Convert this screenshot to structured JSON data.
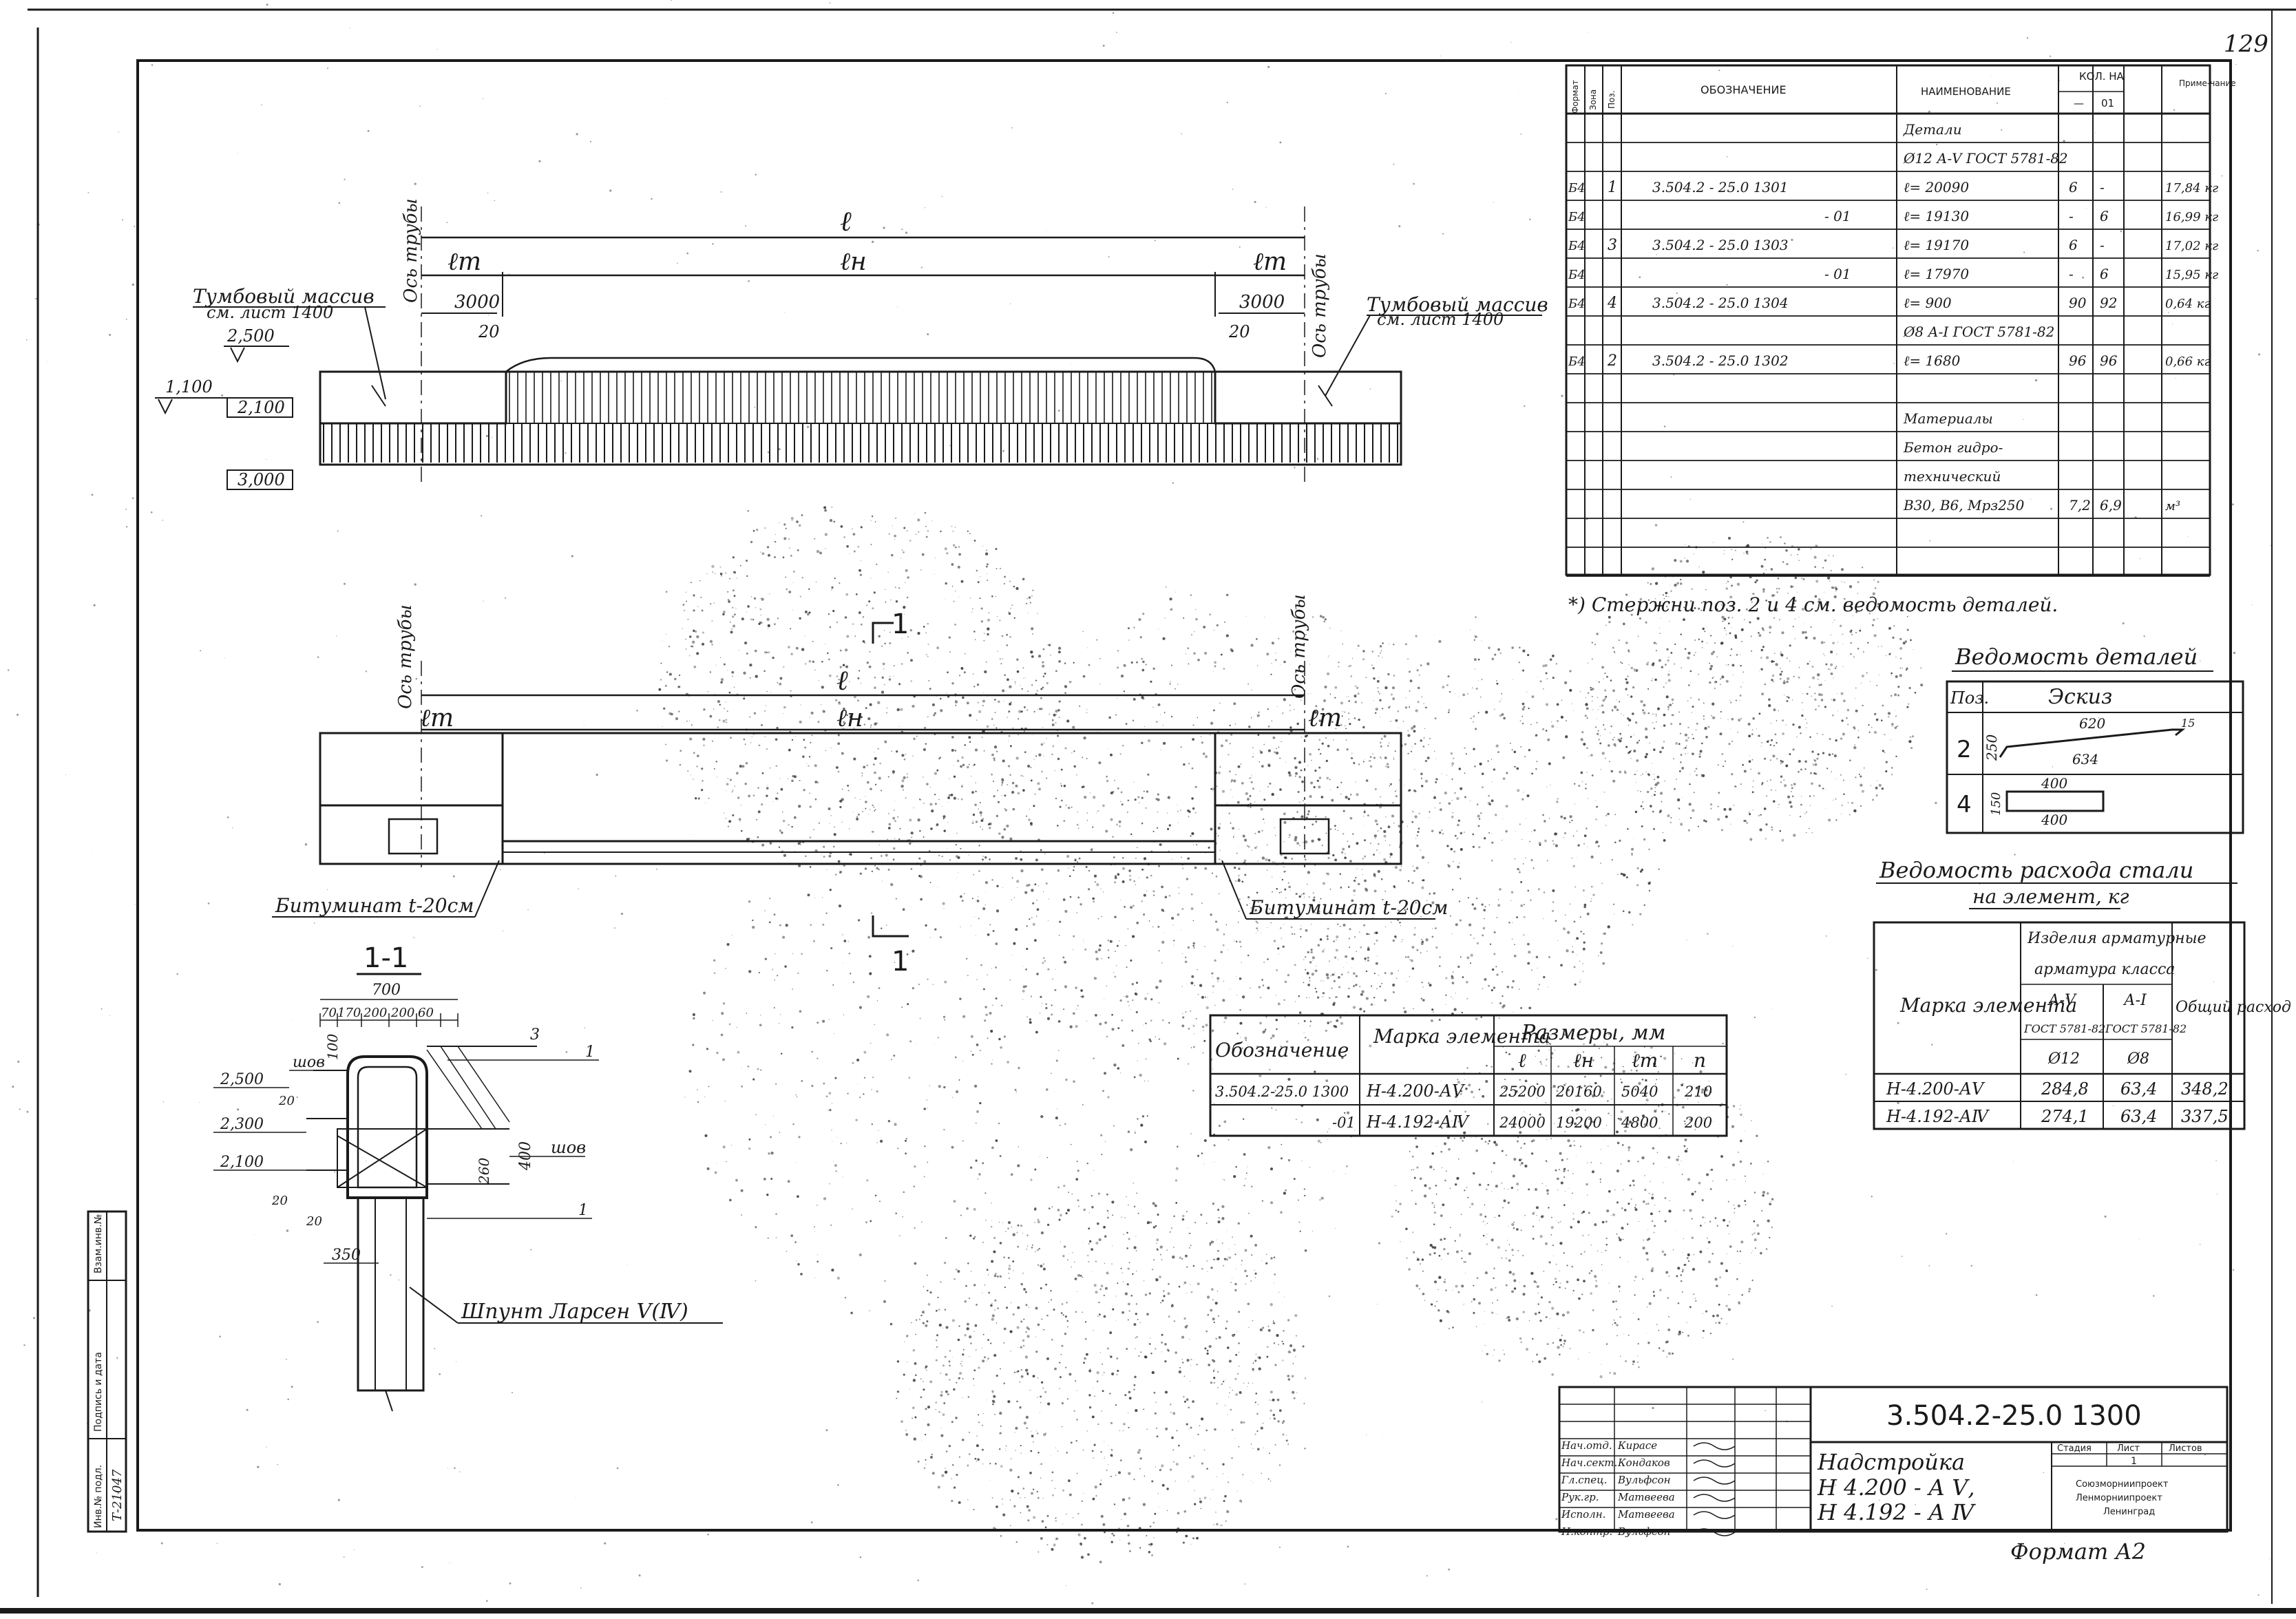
{
  "page": {
    "sheet_number": "129",
    "format_label": "Формат А2"
  },
  "elevation": {
    "dim_total": "ℓ",
    "dim_tm_left": "ℓт",
    "dim_n": "ℓн",
    "dim_tm_right": "ℓт",
    "dim_3000_left": "3000",
    "dim_3000_right": "3000",
    "dim_20_left": "20",
    "dim_20_right": "20",
    "axis_left": "Ось трубы",
    "axis_right": "Ось трубы",
    "left_note_line1": "Тумбовый массив",
    "left_note_line2": "см. лист 1400",
    "right_note_line1": "Тумбовый массив",
    "right_note_line2": "см. лист 1400",
    "level_top": "2,500",
    "level_mid": "2,100",
    "level_side": "1,100",
    "level_bottom": "3,000"
  },
  "plan": {
    "dim_total": "ℓ",
    "dim_tm_left": "ℓт",
    "dim_n": "ℓн",
    "dim_tm_right": "ℓт",
    "axis_left": "Ось трубы",
    "axis_right": "Ось трубы",
    "section_mark": "1",
    "note_left": "Битуминат t-20см",
    "note_right": "Битуминат t-20см"
  },
  "section": {
    "title": "1-1",
    "dim_width": "700",
    "dims_top": [
      "70",
      "170",
      "200",
      "200",
      "60"
    ],
    "dim_100": "100",
    "dim_350": "350",
    "dim_400": "400",
    "dim_260": "260",
    "dim_20a": "20",
    "dim_20b": "20",
    "dim_20c": "20",
    "levels": [
      "2,500",
      "2,300",
      "2,100"
    ],
    "label_shov_top": "шов",
    "label_shov_right": "шов",
    "pos_labels": [
      "3",
      "1",
      "1"
    ],
    "note_shpunt": "Шпунт Ларсен Ⅴ(Ⅳ)"
  },
  "spec": {
    "headers": {
      "format": "Формат",
      "zone": "Зона",
      "pos": "Поз.",
      "designation": "ОБОЗНАЧЕНИЕ",
      "name": "НАИМЕНОВАНИЕ",
      "qty": "КОЛ. НА",
      "qty_a": "—",
      "qty_b": "01",
      "note": "Приме-чание"
    },
    "rows": [
      {
        "fmt": "",
        "pos": "",
        "des": "",
        "name": "Детали",
        "q1": "",
        "q2": "",
        "note": ""
      },
      {
        "fmt": "",
        "pos": "",
        "des": "",
        "name": "Ø12 А-Ⅴ ГОСТ 5781-82",
        "q1": "",
        "q2": "",
        "note": ""
      },
      {
        "fmt": "Б4",
        "pos": "1",
        "des": "3.504.2 - 25.0  1301",
        "name": "ℓ= 20090",
        "q1": "6",
        "q2": "-",
        "note": "17,84 кг"
      },
      {
        "fmt": "Б4",
        "pos": "",
        "des": "- 01",
        "name": "ℓ= 19130",
        "q1": "-",
        "q2": "6",
        "note": "16,99 кг"
      },
      {
        "fmt": "Б4",
        "pos": "3",
        "des": "3.504.2 - 25.0  1303",
        "name": "ℓ= 19170",
        "q1": "6",
        "q2": "-",
        "note": "17,02 кг"
      },
      {
        "fmt": "Б4",
        "pos": "",
        "des": "- 01",
        "name": "ℓ= 17970",
        "q1": "-",
        "q2": "6",
        "note": "15,95 кг"
      },
      {
        "fmt": "Б4",
        "pos": "4",
        "des": "3.504.2 - 25.0  1304",
        "name": "ℓ= 900",
        "q1": "90",
        "q2": "92",
        "note": "0,64 кг"
      },
      {
        "fmt": "",
        "pos": "",
        "des": "",
        "name": "Ø8 А-Ⅰ ГОСТ 5781-82",
        "q1": "",
        "q2": "",
        "note": ""
      },
      {
        "fmt": "Б4",
        "pos": "2",
        "des": "3.504.2 - 25.0  1302",
        "name": "ℓ= 1680",
        "q1": "96",
        "q2": "96",
        "note": "0,66 кг"
      },
      {
        "fmt": "",
        "pos": "",
        "des": "",
        "name": "",
        "q1": "",
        "q2": "",
        "note": ""
      },
      {
        "fmt": "",
        "pos": "",
        "des": "",
        "name": "Материалы",
        "q1": "",
        "q2": "",
        "note": ""
      },
      {
        "fmt": "",
        "pos": "",
        "des": "",
        "name": "Бетон гидро-",
        "q1": "",
        "q2": "",
        "note": ""
      },
      {
        "fmt": "",
        "pos": "",
        "des": "",
        "name": "технический",
        "q1": "",
        "q2": "",
        "note": ""
      },
      {
        "fmt": "",
        "pos": "",
        "des": "",
        "name": "В30, В6, Мрз250",
        "q1": "7,2",
        "q2": "6,9",
        "note": "м³"
      },
      {
        "fmt": "",
        "pos": "",
        "des": "",
        "name": "",
        "q1": "",
        "q2": "",
        "note": ""
      },
      {
        "fmt": "",
        "pos": "",
        "des": "",
        "name": "",
        "q1": "",
        "q2": "",
        "note": ""
      }
    ],
    "footnote": "*) Стержни поз. 2 и 4 см. ведомость деталей."
  },
  "details_sheet": {
    "title": "Ведомость деталей",
    "col_pos": "Поз.",
    "col_sketch": "Эскиз",
    "rows": [
      {
        "pos": "2",
        "dims": [
          "620",
          "634",
          "250",
          "15"
        ]
      },
      {
        "pos": "4",
        "dims": [
          "400",
          "400",
          "150"
        ]
      }
    ]
  },
  "steel_table": {
    "title_line1": "Ведомость расхода стали",
    "title_line2": "на элемент, кг",
    "col_mark": "Марка элемента",
    "col_group": "Изделия арматурные",
    "col_subgroup": "арматура класса",
    "col_a5": "А-Ⅴ",
    "col_a1": "А-Ⅰ",
    "col_gost_a5": "ГОСТ 5781-82",
    "col_gost_a1": "ГОСТ 5781-82",
    "col_d12": "Ø12",
    "col_d8": "Ø8",
    "col_total": "Общий расход",
    "rows": [
      {
        "mark": "Н-4.200-АⅤ",
        "a5": "284,8",
        "a1": "63,4",
        "total": "348,2"
      },
      {
        "mark": "Н-4.192-АⅣ",
        "a5": "274,1",
        "a1": "63,4",
        "total": "337,5"
      }
    ]
  },
  "sizes_table": {
    "col_designation": "Обозначение",
    "col_mark": "Марка элемента",
    "col_sizes": "Размеры, мм",
    "col_l": "ℓ",
    "col_ln": "ℓн",
    "col_lm": "ℓт",
    "col_n": "n",
    "rows": [
      {
        "des": "3.504.2-25.0 1300",
        "mark": "Н-4.200-АⅤ",
        "l": "25200",
        "ln": "20160",
        "lm": "5040",
        "n": "210"
      },
      {
        "des": "-01",
        "mark": "Н-4.192-АⅣ",
        "l": "24000",
        "ln": "19200",
        "lm": "4800",
        "n": "200"
      }
    ]
  },
  "title_block": {
    "code": "3.504.2-25.0  1300",
    "name_line1": "Надстройка",
    "name_line2": "Н 4.200 - А Ⅴ,",
    "name_line3": "Н 4.192 - А Ⅳ",
    "col_stage": "Стадия",
    "col_sheet": "Лист",
    "col_sheets": "Листов",
    "sheet_value": "1",
    "org_line1": "Союзморниипроект",
    "org_line2": "Ленморниипроект",
    "org_line3": "Ленинград",
    "signatures": [
      {
        "role": "Нач.отд.",
        "name": "Кирасе"
      },
      {
        "role": "Нач.сект.",
        "name": "Кондаков"
      },
      {
        "role": "Гл.спец.",
        "name": "Вульфсон"
      },
      {
        "role": "Рук.гр.",
        "name": "Матвеева"
      },
      {
        "role": "Исполн.",
        "name": "Матвеева"
      },
      {
        "role": "Н.контр.",
        "name": "Вульфсон"
      }
    ]
  },
  "side_stamp": {
    "inv": "Инв.№ подл.",
    "inv_value": "Т-21047",
    "sign_date": "Подпись и дата",
    "inv_replace": "Взам.инв.№"
  }
}
